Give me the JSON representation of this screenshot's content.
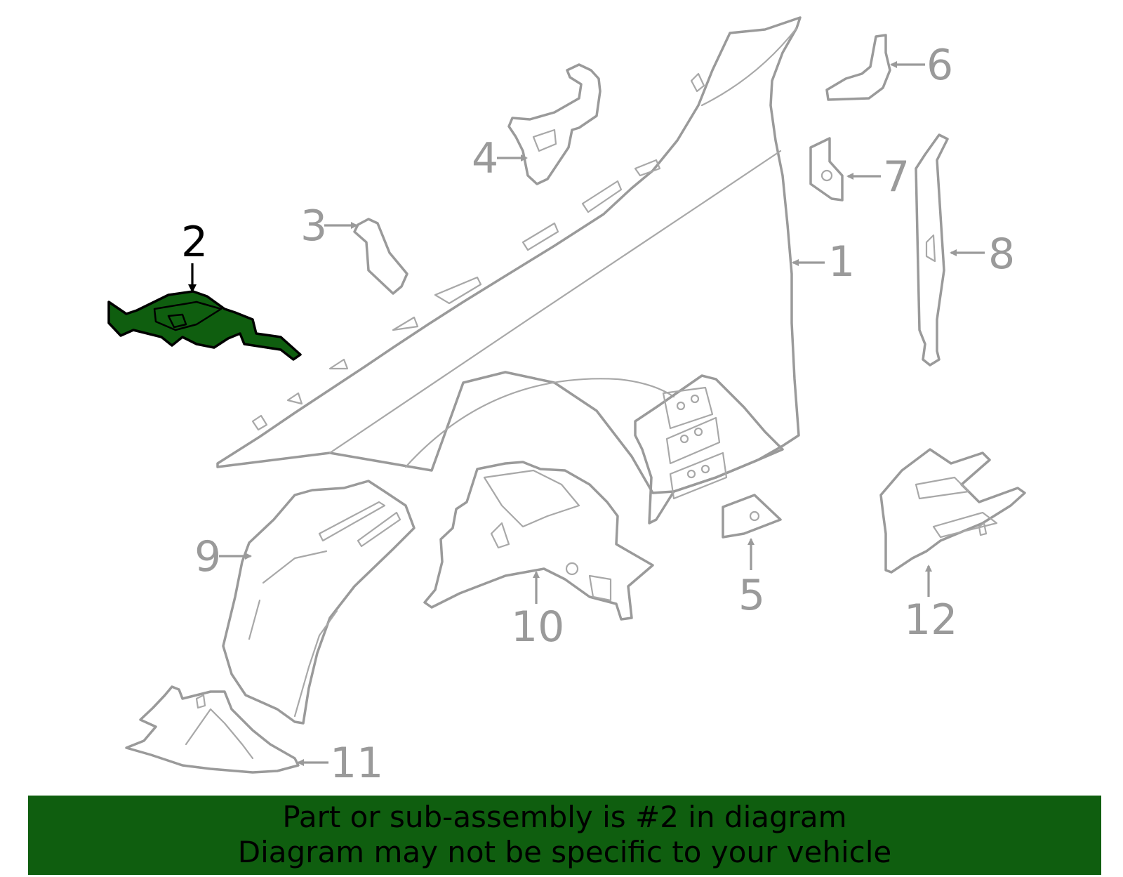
{
  "diagram": {
    "highlighted_part": "2",
    "callouts": [
      {
        "id": "1",
        "label": "1"
      },
      {
        "id": "2",
        "label": "2"
      },
      {
        "id": "3",
        "label": "3"
      },
      {
        "id": "4",
        "label": "4"
      },
      {
        "id": "5",
        "label": "5"
      },
      {
        "id": "6",
        "label": "6"
      },
      {
        "id": "7",
        "label": "7"
      },
      {
        "id": "8",
        "label": "8"
      },
      {
        "id": "9",
        "label": "9"
      },
      {
        "id": "10",
        "label": "10"
      },
      {
        "id": "11",
        "label": "11"
      },
      {
        "id": "12",
        "label": "12"
      }
    ]
  },
  "banner": {
    "line1": "Part or sub-assembly is #2 in diagram",
    "line2": "Diagram may not be specific to your vehicle"
  },
  "colors": {
    "highlight": "#0f5e0f",
    "outline": "#9a9a9a",
    "banner_bg": "#0f5e0f"
  }
}
